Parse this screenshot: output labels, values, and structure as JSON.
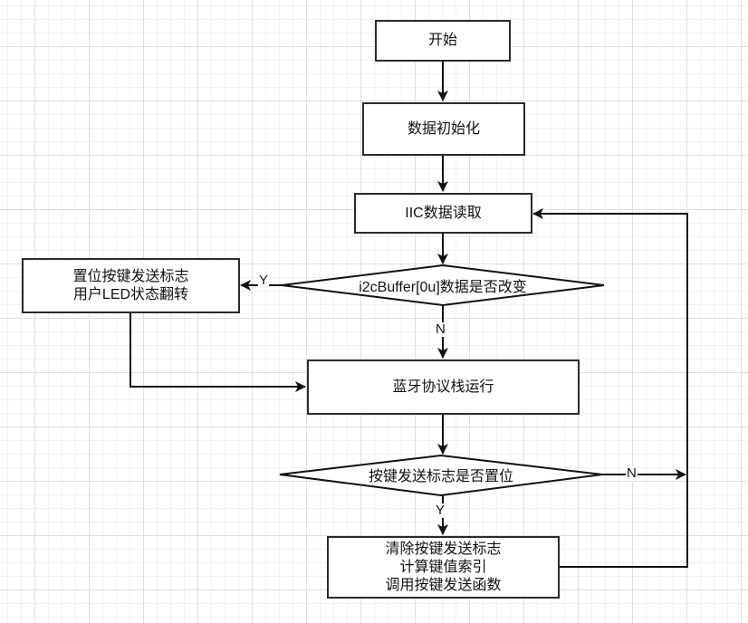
{
  "nodes": {
    "start": "开始",
    "init": "数据初始化",
    "iic_read": "IIC数据读取",
    "buffer_changed": "i2cBuffer[0u]数据是否改变",
    "set_flag": "置位按键发送标志\n用户LED状态翻转",
    "ble_stack": "蓝牙协议栈运行",
    "flag_set_check": "按键发送标志是否置位",
    "clear_and_send": "清除按键发送标志\n计算键值索引\n调用按键发送函数"
  },
  "edge_labels": {
    "buffer_changed_yes": "Y",
    "buffer_changed_no": "N",
    "flag_set_yes": "Y",
    "flag_set_no": "N"
  },
  "colors": {
    "stroke": "#2b2b2b",
    "text": "#111111",
    "grid_major": "#dedede",
    "grid_minor": "#f2f2f2"
  }
}
